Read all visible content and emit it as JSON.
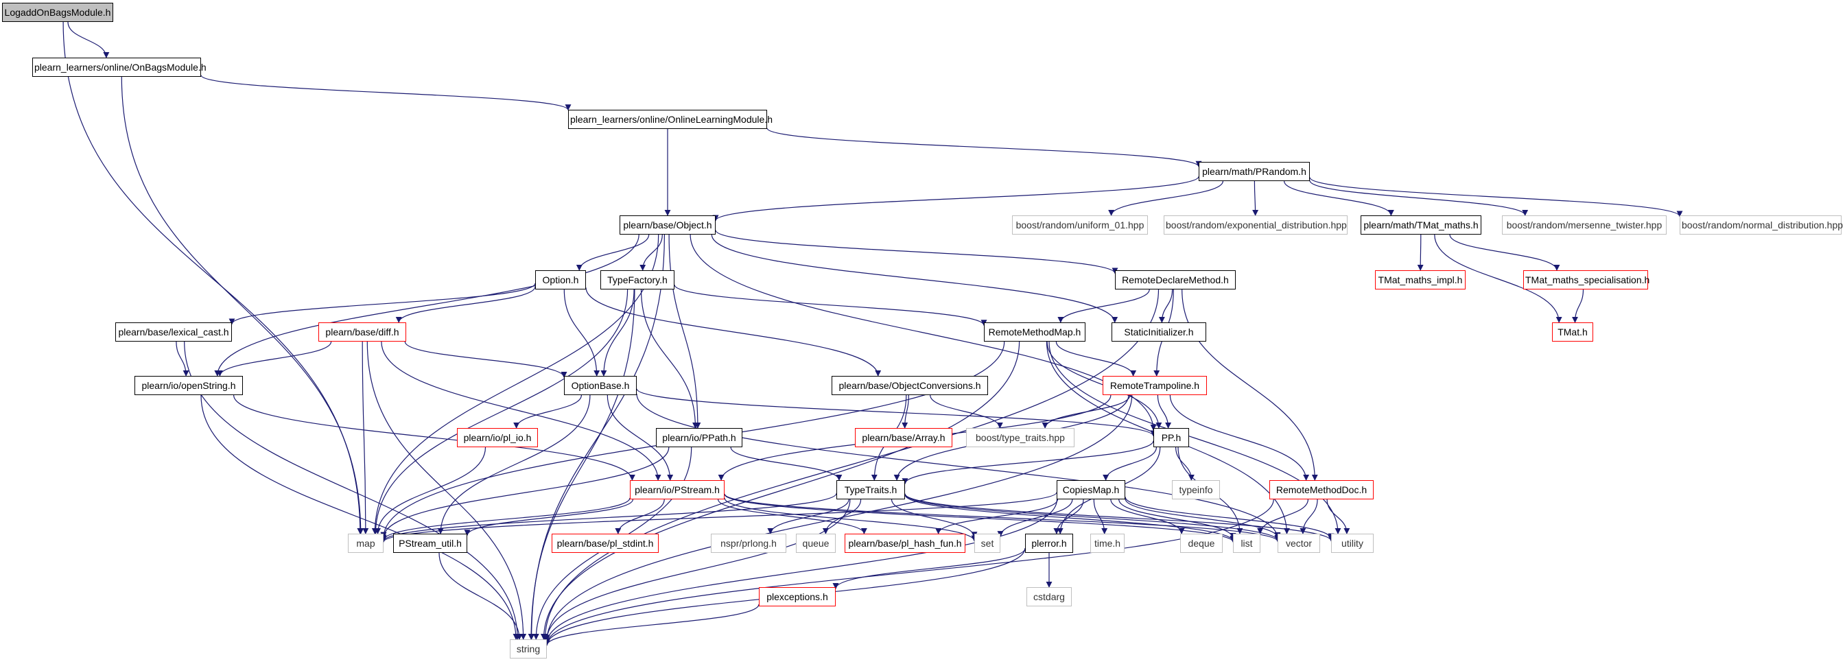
{
  "colors": {
    "edge": "#191970",
    "file_border": "#000000",
    "truncated_border": "#ff0000",
    "external_border": "#bfbfbf",
    "root_fill": "#bfbfbf"
  },
  "nodes": {
    "root": "LogaddOnBagsModule.h",
    "onbags": "plearn_learners/online/OnBagsModule.h",
    "online": "plearn_learners/online/OnlineLearningModule.h",
    "prandom": "plearn/math/PRandom.h",
    "object": "plearn/base/Object.h",
    "uniform": "boost/random/uniform_01.hpp",
    "expdist": "boost/random/exponential_distribution.hpp",
    "tmatmaths": "plearn/math/TMat_maths.h",
    "mersenne": "boost/random/mersenne_twister.hpp",
    "normal": "boost/random/normal_distribution.hpp",
    "option": "Option.h",
    "typefactory": "TypeFactory.h",
    "remotedeclare": "RemoteDeclareMethod.h",
    "tmatimpl": "TMat_maths_impl.h",
    "tmatspec": "TMat_maths_specialisation.h",
    "lexical": "plearn/base/lexical_cast.h",
    "diff": "plearn/base/diff.h",
    "remotemethodmap": "RemoteMethodMap.h",
    "staticinit": "StaticInitializer.h",
    "tmat": "TMat.h",
    "openstring": "plearn/io/openString.h",
    "optionbase": "OptionBase.h",
    "objconv": "plearn/base/ObjectConversions.h",
    "trampoline": "RemoteTrampoline.h",
    "array": "plearn/base/Array.h",
    "typetraitshpp": "boost/type_traits.hpp",
    "plio": "plearn/io/pl_io.h",
    "ppath": "plearn/io/PPath.h",
    "pp": "PP.h",
    "pstream": "plearn/io/PStream.h",
    "typetraits": "TypeTraits.h",
    "typeinfo": "typeinfo",
    "copiesmap": "CopiesMap.h",
    "remotemethoddoc": "RemoteMethodDoc.h",
    "map": "map",
    "pstreamutil": "PStream_util.h",
    "plstdint": "plearn/base/pl_stdint.h",
    "prlong": "nspr/prlong.h",
    "queue": "queue",
    "hashfun": "plearn/base/pl_hash_fun.h",
    "set": "set",
    "plerror": "plerror.h",
    "timeh": "time.h",
    "deque": "deque",
    "list": "list",
    "vector": "vector",
    "utility": "utility",
    "cstdarg": "cstdarg",
    "plexceptions": "plexceptions.h",
    "string": "string"
  }
}
